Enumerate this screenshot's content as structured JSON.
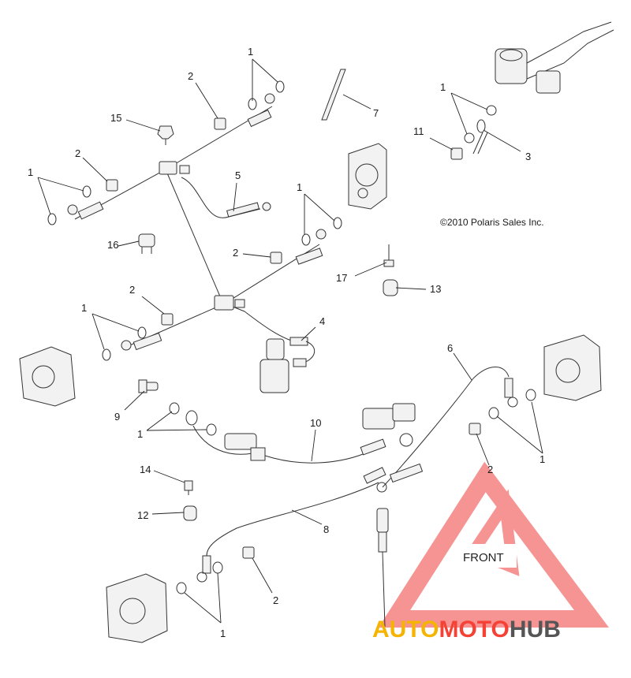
{
  "copyright": "©2010 Polaris Sales Inc.",
  "front_label": "FRONT",
  "brand": {
    "part1": "AUTO",
    "part2": "MOTO",
    "part3": "HUB",
    "colors": {
      "auto": "#f4b400",
      "moto": "#f44336",
      "hub": "#555555",
      "logo_triangle": "#ef3b3b"
    }
  },
  "callouts": {
    "c1a": "1",
    "c2a": "2",
    "c15": "15",
    "c2b": "2",
    "c1b": "1",
    "c5": "5",
    "c1c": "1",
    "c2c": "2",
    "c16": "16",
    "c2d": "2",
    "c1d": "1",
    "c4": "4",
    "c7": "7",
    "c1e": "1",
    "c11": "11",
    "c3": "3",
    "c17": "17",
    "c13": "13",
    "c9": "9",
    "c1f": "1",
    "c10": "10",
    "c6": "6",
    "c2e": "2",
    "c1g": "1",
    "c14": "14",
    "c12": "12",
    "c8": "8",
    "c2f": "2",
    "c1h": "1"
  }
}
